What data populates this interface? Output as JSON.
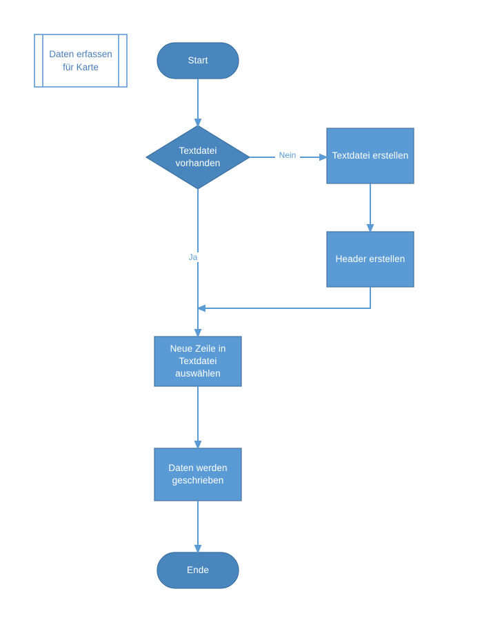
{
  "diagram": {
    "title_box": {
      "text": "Daten erfassen\nfür Karte",
      "shape": "predefined-process",
      "fill": "#FFFFFF",
      "stroke": "#5B9BD5",
      "text_color": "#4A7EBB"
    },
    "colors": {
      "rect_fill": "#5B9BD5",
      "rect_stroke": "#41719C",
      "terminal_fill": "#4A86BE",
      "terminal_stroke": "#3A6F9F",
      "decision_fill": "#4A86BE",
      "decision_stroke": "#3A6F9F",
      "connector": "#5B9BD5",
      "node_text": "#FFFFFF",
      "edge_label_text": "#5B9BD5",
      "background": "#FFFFFF"
    },
    "nodes": [
      {
        "id": "start",
        "type": "terminator",
        "text": "Start"
      },
      {
        "id": "decision",
        "type": "decision",
        "text": "Textdatei\nvorhanden"
      },
      {
        "id": "create_file",
        "type": "process",
        "text": "Textdatei erstellen"
      },
      {
        "id": "create_header",
        "type": "process",
        "text": "Header erstellen"
      },
      {
        "id": "select_line",
        "type": "process",
        "text": "Neue Zeile in\nTextdatei\nauswählen"
      },
      {
        "id": "write_data",
        "type": "process",
        "text": "Daten werden\ngeschrieben"
      },
      {
        "id": "end",
        "type": "terminator",
        "text": "Ende"
      }
    ],
    "edges": [
      {
        "from": "start",
        "to": "decision",
        "label": ""
      },
      {
        "from": "decision",
        "to": "create_file",
        "label": "Nein"
      },
      {
        "from": "decision",
        "to": "select_line",
        "label": "Ja"
      },
      {
        "from": "create_file",
        "to": "create_header",
        "label": ""
      },
      {
        "from": "create_header",
        "to": "select_line",
        "label": ""
      },
      {
        "from": "select_line",
        "to": "write_data",
        "label": ""
      },
      {
        "from": "write_data",
        "to": "end",
        "label": ""
      }
    ],
    "edge_labels": {
      "no": "Nein",
      "yes": "Ja"
    }
  }
}
